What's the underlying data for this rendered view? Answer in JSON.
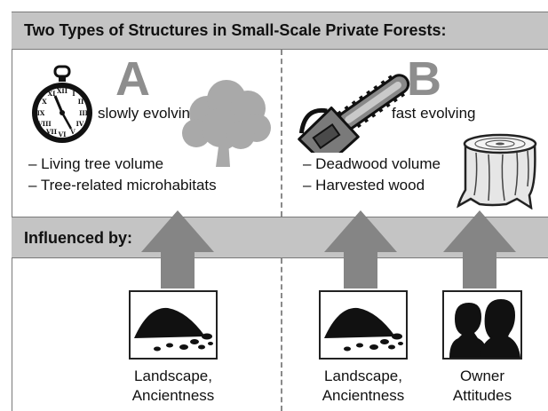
{
  "title": "Two Types of Structures in Small-Scale Private Forests:",
  "influenced_label": "Influenced by:",
  "structure_a": {
    "letter": "A",
    "speed": "slowly evolving",
    "bullets": [
      "– Living tree volume",
      "– Tree-related microhabitats"
    ]
  },
  "structure_b": {
    "letter": "B",
    "speed": "fast evolving",
    "bullets": [
      "– Deadwood volume",
      "– Harvested wood"
    ]
  },
  "influences": [
    {
      "line1": "Landscape,",
      "line2": "Ancientness",
      "icon": "landscape-icon"
    },
    {
      "line1": "Landscape,",
      "line2": "Ancientness",
      "icon": "landscape-icon"
    },
    {
      "line1": "Owner",
      "line2": "Attitudes",
      "icon": "owner-silhouettes-icon"
    }
  ],
  "colors": {
    "banner": "#c4c4c4",
    "arrow": "#858585",
    "letter": "#8e8e8e",
    "tree": "#a9a9a9"
  }
}
